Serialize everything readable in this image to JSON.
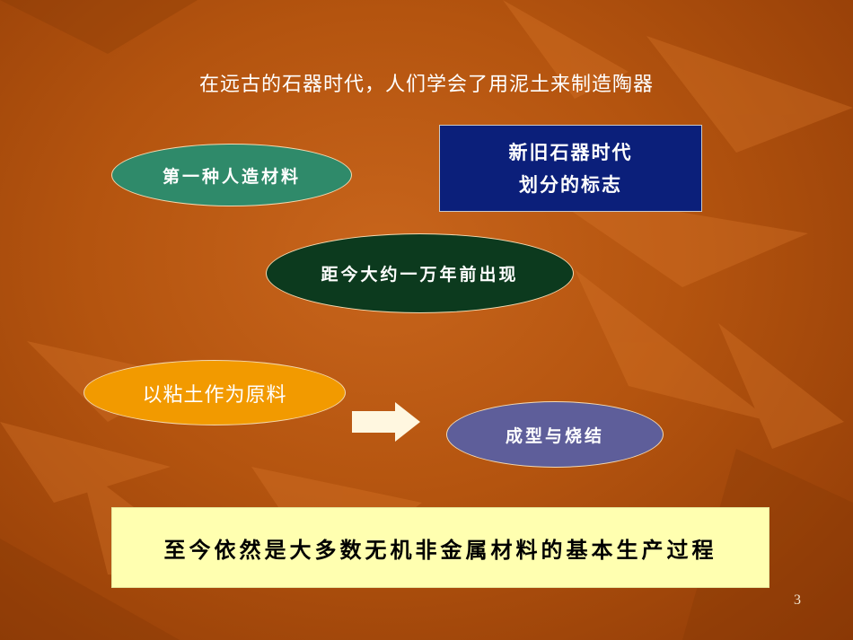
{
  "slide": {
    "title": "在远古的石器时代，人们学会了用泥土来制造陶器",
    "oval_first_material": "第一种人造材料",
    "box_marker_line1": "新旧石器时代",
    "box_marker_line2": "划分的标志",
    "oval_appearance": "距今大约一万年前出现",
    "oval_raw_material": "以粘土作为原料",
    "oval_process": "成型与烧结",
    "conclusion": "至今依然是大多数无机非金属材料的基本生产过程",
    "page_number": "3"
  },
  "colors": {
    "background": "#b4540f",
    "oval_green": "#2f8a6a",
    "oval_dark_green": "#0c3a1e",
    "oval_orange": "#f29a00",
    "oval_slate": "#5e5e9a",
    "box_navy": "#0b1f7a",
    "conclusion_yellow": "#ffffb0",
    "arrow": "#fff7e0"
  },
  "icons": {
    "arrow": "right-block-arrow-icon"
  }
}
